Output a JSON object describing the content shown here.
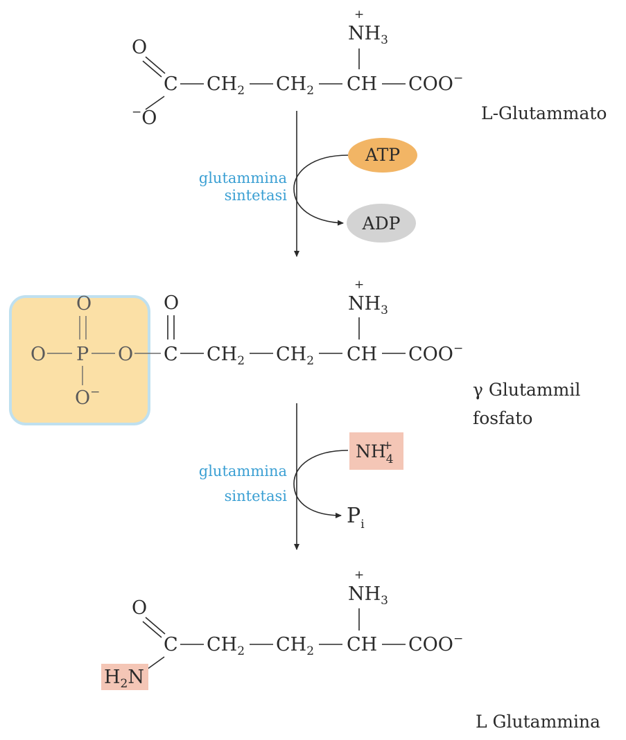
{
  "molecules": {
    "glutamate": {
      "name": "L-Glutammato",
      "o_top": "O",
      "o_bottom": "O",
      "o_bottom_charge": "−",
      "c": "C",
      "ch2_a": "CH",
      "ch2_b": "CH",
      "sub2": "2",
      "ch": "CH",
      "coo": "COO",
      "coo_charge": "−",
      "nh3": "NH",
      "nh3_sub": "3",
      "nh3_charge": "+"
    },
    "glutamyl_phosphate": {
      "name_line1": "γ Glutammil",
      "name_line2": "fosfato",
      "phosphate_o_left": "O",
      "phosphate_p": "P",
      "phosphate_o_top": "O",
      "phosphate_o_bridge": "O",
      "phosphate_o_bottom": "O",
      "phosphate_o_bottom_charge": "−",
      "o_top": "O",
      "c": "C",
      "ch2_a": "CH",
      "ch2_b": "CH",
      "sub2": "2",
      "ch": "CH",
      "coo": "COO",
      "coo_charge": "−",
      "nh3": "NH",
      "nh3_sub": "3",
      "nh3_charge": "+"
    },
    "glutamine": {
      "name": "L Glutammina",
      "o_top": "O",
      "c": "C",
      "ch2_a": "CH",
      "ch2_b": "CH",
      "sub2": "2",
      "ch": "CH",
      "coo": "COO",
      "coo_charge": "−",
      "nh3": "NH",
      "nh3_sub": "3",
      "nh3_charge": "+",
      "amide_h": "H",
      "amide_sub": "2",
      "amide_n": "N"
    }
  },
  "steps": [
    {
      "enzyme_line1": "glutammina",
      "enzyme_line2": "sintetasi",
      "input": "ATP",
      "output": "ADP"
    },
    {
      "enzyme_line1": "glutammina",
      "enzyme_line2": "sintetasi",
      "input": "NH",
      "input_sub": "4",
      "input_sup": "+",
      "output": "P",
      "output_sub": "i"
    }
  ],
  "colors": {
    "enzyme_text": "#3a9fd3",
    "atp_fill": "#f2b565",
    "adp_fill": "#d3d3d3",
    "phosphate_box_fill": "#fbe0a6",
    "phosphate_box_border": "#bfe0ef",
    "highlight_fill": "#f4c6b6"
  }
}
